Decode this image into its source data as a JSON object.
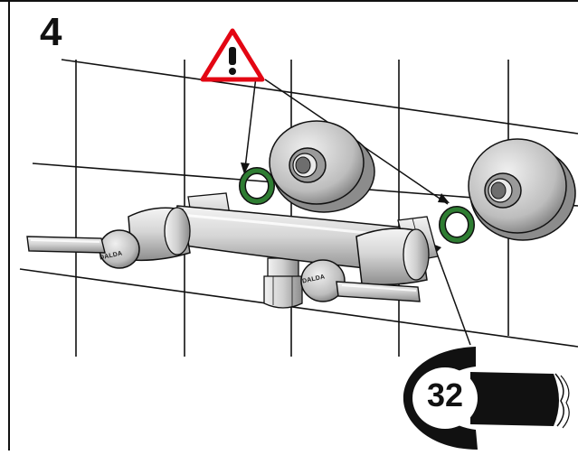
{
  "step": {
    "number": "4"
  },
  "tool": {
    "wrench_size": "32",
    "icon": "wrench-icon"
  },
  "warning": {
    "icon": "warning-triangle-icon",
    "color": "#e30613"
  },
  "parts": {
    "seal_ring_color": "#2e7d32",
    "left_handle_brand": "DALDA",
    "right_handle_brand": "DALDA"
  }
}
